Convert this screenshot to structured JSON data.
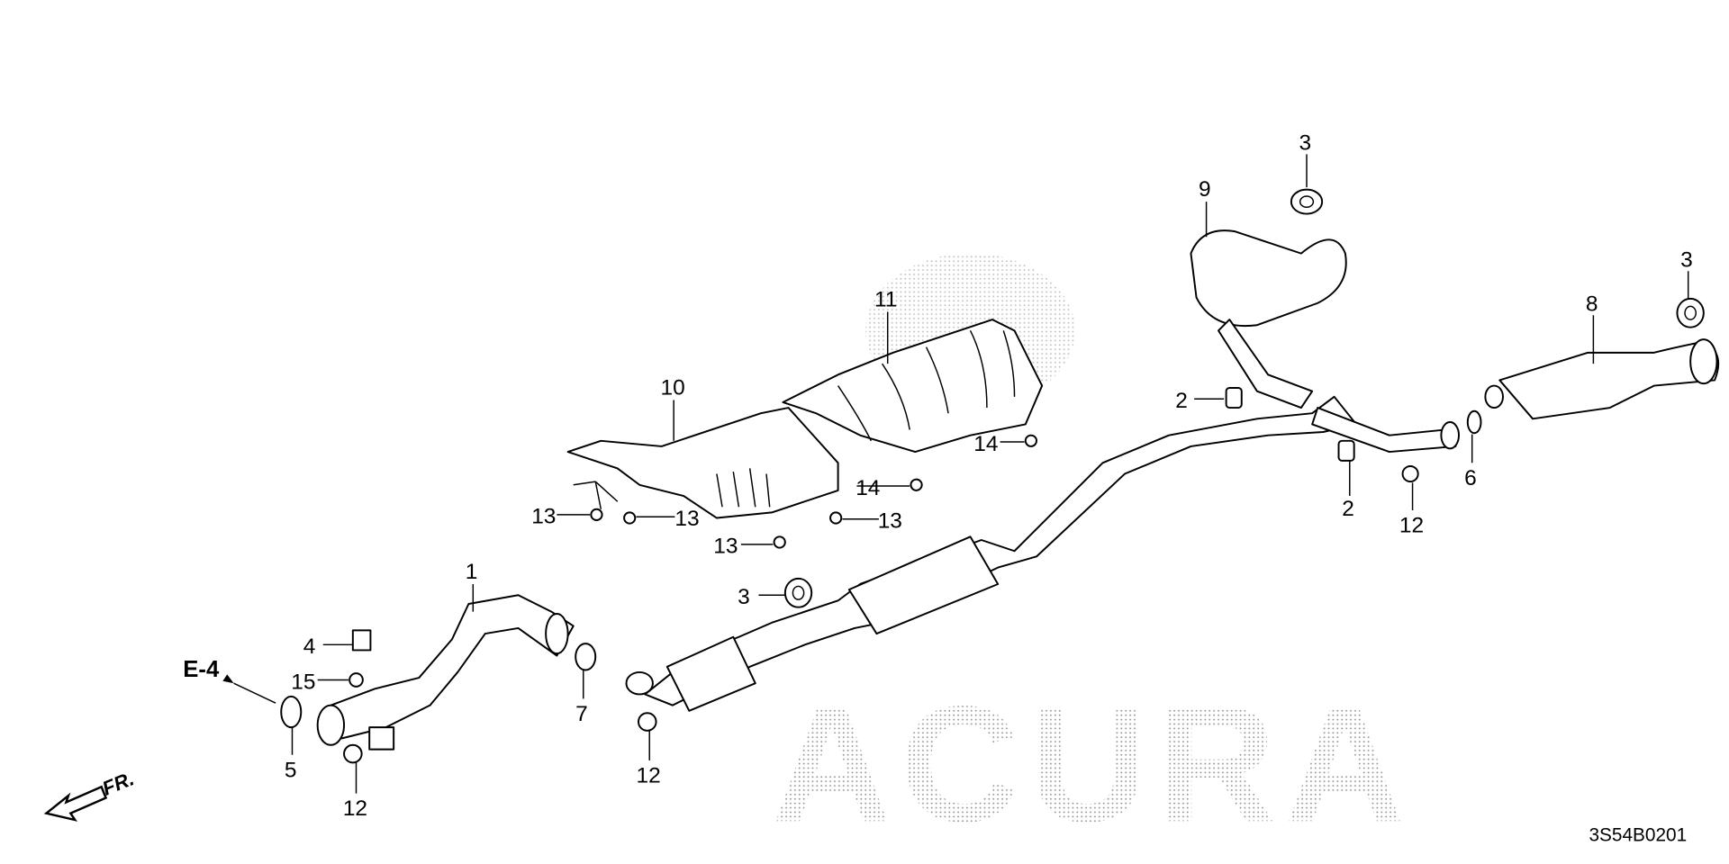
{
  "watermark": "ACURA",
  "reference_code": "3S54B0201",
  "section_ref": "E-4",
  "front_marker": "FR.",
  "callouts": {
    "c1": "1",
    "c2a": "2",
    "c2b": "2",
    "c3a": "3",
    "c3b": "3",
    "c3c": "3",
    "c4": "4",
    "c5": "5",
    "c6": "6",
    "c7": "7",
    "c8": "8",
    "c9": "9",
    "c10": "10",
    "c11": "11",
    "c12a": "12",
    "c12b": "12",
    "c12c": "12",
    "c13a": "13",
    "c13b": "13",
    "c13c": "13",
    "c13d": "13",
    "c14a": "14",
    "c14b": "14",
    "c15": "15"
  }
}
